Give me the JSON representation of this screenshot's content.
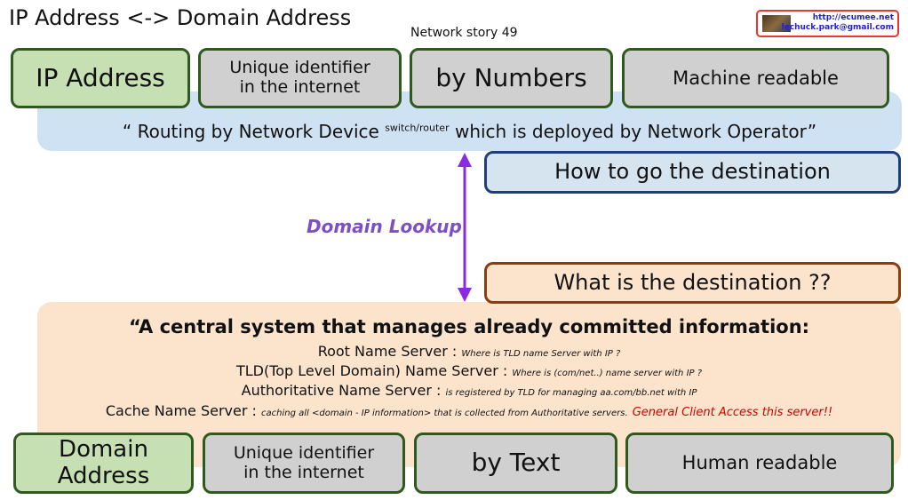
{
  "header": {
    "title": "IP Address <-> Domain Address",
    "subtitle": "Network story 49",
    "logo": {
      "url": "http://ecumee.net",
      "email": "lechuck.park@gmail.com"
    }
  },
  "top_row": [
    "IP Address",
    "Unique identifier\nin the internet",
    "by Numbers",
    "Machine readable"
  ],
  "routing": {
    "text_before": "“ Routing by Network Device ",
    "superscript": "switch/router",
    "text_after": " which is deployed by Network Operator”"
  },
  "how_box": "How to go the destination",
  "what_box": "What is the destination ??",
  "arrow_label": "Domain Lookup",
  "central": {
    "heading": "“A central system that manages already committed information:",
    "servers": [
      {
        "name": "Root Name Server :",
        "desc": "Where is TLD name Server with IP ?"
      },
      {
        "name": "TLD(Top Level Domain) Name Server :",
        "desc": "Where is  (com/net..) name server with IP ?"
      },
      {
        "name": "Authoritative Name Server :",
        "desc": "is registered by TLD for managing aa.com/bb.net with IP"
      },
      {
        "name": "Cache Name Server :",
        "desc": "caching all <domain - IP information> that is collected from Authoritative servers.",
        "note": "General Client Access this server!!"
      }
    ]
  },
  "bottom_row": [
    "Domain\nAddress",
    "Unique identifier\nin the internet",
    "by Text",
    "Human readable"
  ],
  "colors": {
    "green": "#c6e0b4",
    "gray": "#d0d0d0",
    "blue": "#cfe2f3",
    "peach": "#fce4cc",
    "purple": "#8a2be2",
    "red": "#d00000"
  }
}
